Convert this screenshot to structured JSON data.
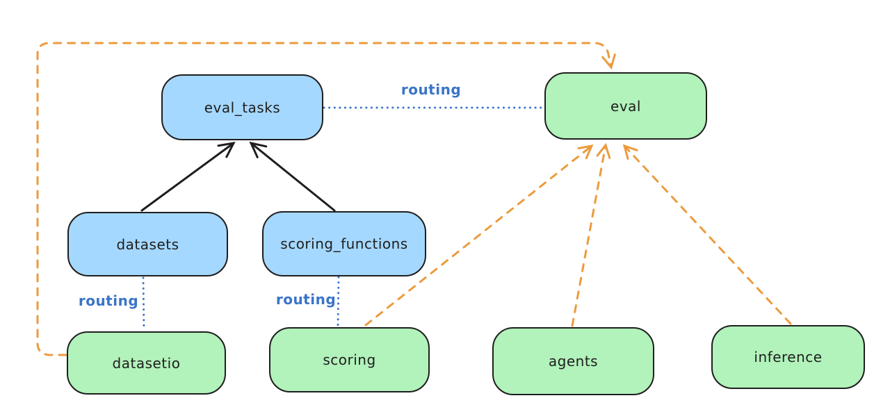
{
  "diagram": {
    "background": "#ffffff",
    "colors": {
      "node_border": "#1e1e1e",
      "blue_node_fill": "#a5d8ff",
      "green_node_fill": "#b2f2bb",
      "routing_blue": "#3a74c8",
      "dashed_orange": "#ec9b3d",
      "solid_black": "#1e1e1e",
      "text": "#1e1e1e"
    },
    "nodes": [
      {
        "id": "eval_tasks",
        "label": "eval_tasks",
        "fill": "#a5d8ff"
      },
      {
        "id": "eval",
        "label": "eval",
        "fill": "#b2f2bb"
      },
      {
        "id": "datasets",
        "label": "datasets",
        "fill": "#a5d8ff"
      },
      {
        "id": "scoring_functions",
        "label": "scoring_functions",
        "fill": "#a5d8ff"
      },
      {
        "id": "datasetio",
        "label": "datasetio",
        "fill": "#b2f2bb"
      },
      {
        "id": "scoring",
        "label": "scoring",
        "fill": "#b2f2bb"
      },
      {
        "id": "agents",
        "label": "agents",
        "fill": "#b2f2bb"
      },
      {
        "id": "inference",
        "label": "inference",
        "fill": "#b2f2bb"
      }
    ],
    "edges": [
      {
        "from": "datasets",
        "to": "eval_tasks",
        "style": "solid",
        "arrow": true,
        "color": "#1e1e1e"
      },
      {
        "from": "scoring_functions",
        "to": "eval_tasks",
        "style": "solid",
        "arrow": true,
        "color": "#1e1e1e"
      },
      {
        "from": "eval_tasks",
        "to": "eval",
        "style": "dotted",
        "arrow": false,
        "color": "#3a74c8",
        "label": "routing"
      },
      {
        "from": "datasets",
        "to": "datasetio",
        "style": "dotted",
        "arrow": false,
        "color": "#3a74c8",
        "label": "routing"
      },
      {
        "from": "scoring_functions",
        "to": "scoring",
        "style": "dotted",
        "arrow": false,
        "color": "#3a74c8",
        "label": "routing"
      },
      {
        "from": "datasetio",
        "to": "eval",
        "style": "dashed",
        "arrow": true,
        "color": "#ec9b3d"
      },
      {
        "from": "scoring",
        "to": "eval",
        "style": "dashed",
        "arrow": true,
        "color": "#ec9b3d"
      },
      {
        "from": "agents",
        "to": "eval",
        "style": "dashed",
        "arrow": true,
        "color": "#ec9b3d"
      },
      {
        "from": "inference",
        "to": "eval",
        "style": "dashed",
        "arrow": true,
        "color": "#ec9b3d"
      }
    ]
  }
}
